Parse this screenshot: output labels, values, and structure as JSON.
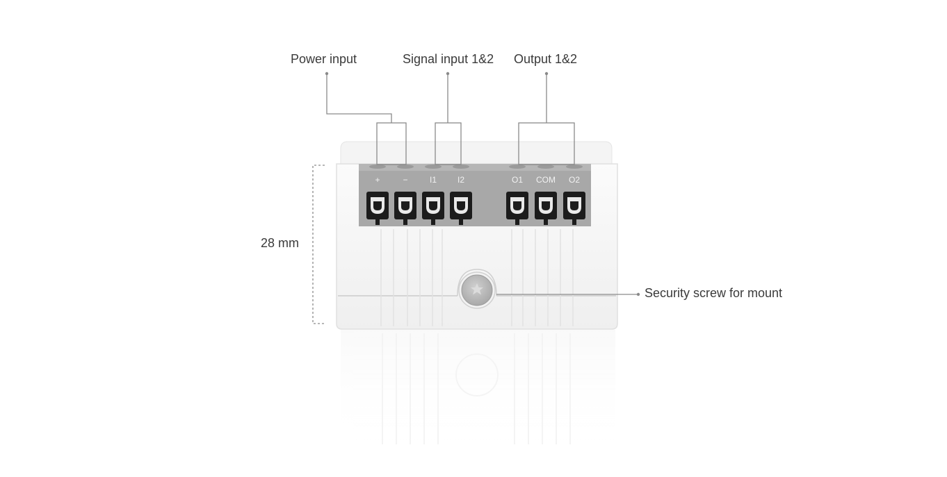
{
  "callouts": {
    "power_input": "Power input",
    "signal_input": "Signal input 1&2",
    "output": "Output 1&2",
    "height_dimension": "28 mm",
    "security_screw": "Security screw for mount"
  },
  "terminals": [
    "+",
    "−",
    "I1",
    "I2",
    "O1",
    "COM",
    "O2"
  ],
  "colors": {
    "text": "#3a3a3a",
    "leader_line": "#8a8a8a",
    "device_body": "#f7f7f7",
    "terminal_block": "#a8a8a8",
    "screw": "#b9b9b9"
  },
  "icons": {
    "screw": "star-screw-icon"
  }
}
